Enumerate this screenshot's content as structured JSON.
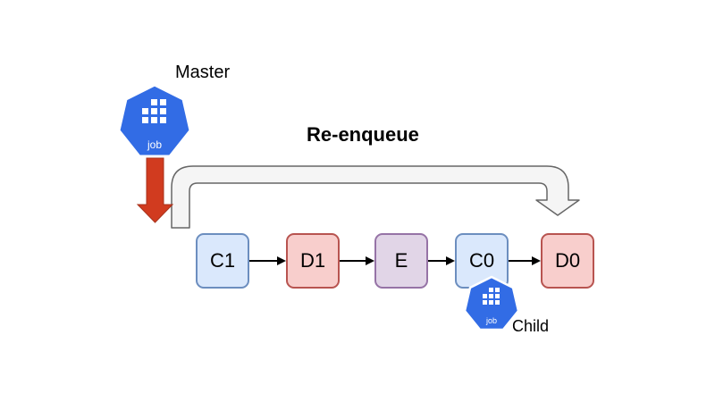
{
  "labels": {
    "master": "Master",
    "reenqueue": "Re-enqueue",
    "child": "Child"
  },
  "icons": {
    "master": {
      "name": "kubernetes-job-icon",
      "text": "job"
    },
    "child": {
      "name": "kubernetes-job-icon",
      "text": "job"
    }
  },
  "nodes": [
    {
      "id": "c1",
      "label": "C1",
      "kind": "C"
    },
    {
      "id": "d1",
      "label": "D1",
      "kind": "D"
    },
    {
      "id": "e",
      "label": "E",
      "kind": "E"
    },
    {
      "id": "c0",
      "label": "C0",
      "kind": "C"
    },
    {
      "id": "d0",
      "label": "D0",
      "kind": "D"
    }
  ],
  "colors": {
    "c_fill": "#dae8fc",
    "c_stroke": "#6c8ebf",
    "d_fill": "#f8cecc",
    "d_stroke": "#b85450",
    "e_fill": "#e1d5e7",
    "e_stroke": "#9673a6",
    "k8s_blue": "#326ce5",
    "master_arrow": "#d13b1f",
    "reenqueue_arrow_fill": "#f5f5f5",
    "reenqueue_arrow_stroke": "#666666"
  }
}
